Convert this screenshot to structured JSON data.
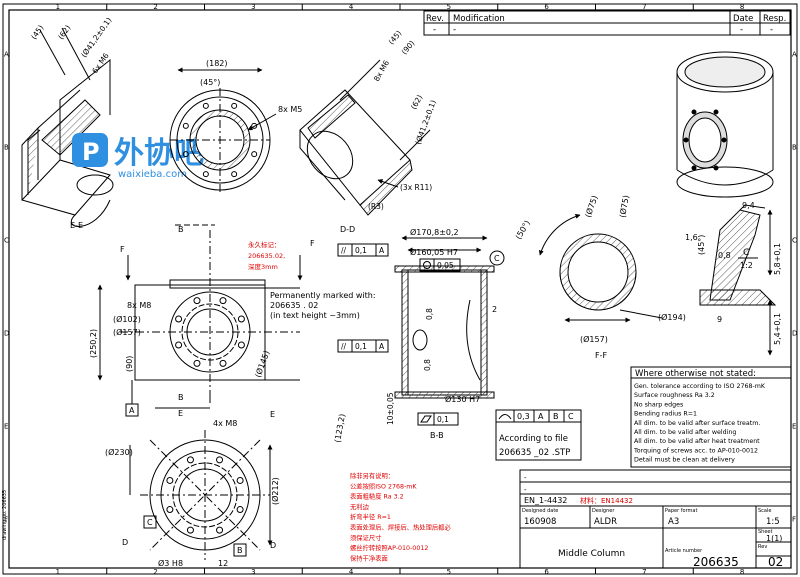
{
  "frame": {
    "columns": [
      "1",
      "2",
      "3",
      "4",
      "5",
      "6",
      "7",
      "8"
    ],
    "rows": [
      "A",
      "B",
      "C",
      "D",
      "E",
      "F"
    ]
  },
  "revision_table": {
    "rev_header": "Rev.",
    "modification_header": "Modification",
    "date_header": "Date",
    "resp_header": "Resp.",
    "row": {
      "rev": "-",
      "modification": "-",
      "date": "-",
      "resp": "-"
    }
  },
  "watermark": {
    "brand": "外协吧",
    "url": "waixieba.com"
  },
  "view_ee": {
    "label": "E-E",
    "dims": [
      "(45)",
      "(62)",
      "(Ø41,2±0,1)",
      "6x M6"
    ]
  },
  "view_top": {
    "dims": [
      "(182)",
      "(45°)",
      "8x M5"
    ]
  },
  "view_dd": {
    "label": "D-D",
    "dims": [
      "(90)",
      "(45)",
      "8x M6",
      "(62)",
      "(Ø41,2±0,1)",
      "(3x R11)",
      "(R3)"
    ]
  },
  "view_front": {
    "section_labels": [
      "F",
      "F",
      "B",
      "B",
      "E",
      "E"
    ],
    "dims": [
      "8x M8",
      "(Ø102)",
      "(Ø157)",
      "(250,2)",
      "(90)",
      "(Ø145)"
    ],
    "marking_note": [
      "Permanently marked with:",
      "206635 . 02",
      "(in text height ~3mm)"
    ],
    "datum": "A"
  },
  "red_note_1": [
    "永久标记：",
    "206635.02,",
    "深度3mm"
  ],
  "view_bb": {
    "label": "B-B",
    "dims": [
      "Ø170,8±0,2",
      "Ø160,05 H7",
      "0,8",
      "2",
      "Ø130 H7",
      "10±0,05",
      "0,8"
    ],
    "gdt_parallel_top": [
      "//",
      "0,1",
      "A"
    ],
    "gdt_flat": "0,05",
    "gdt_parallel_mid": [
      "//",
      "0,1",
      "A"
    ],
    "gdt_flatness": "0,1",
    "datum_c": "C"
  },
  "profile_box": {
    "gdt": [
      "0,3",
      "A",
      "B",
      "C"
    ],
    "lines": [
      "According to file",
      "206635 _02 .STP"
    ]
  },
  "view_bottom": {
    "dims": [
      "4x M8",
      "(123,2)",
      "(Ø230)",
      "(Ø212)",
      "Ø3 H8",
      "12"
    ],
    "section_labels": [
      "D",
      "D",
      "C"
    ],
    "datum": "B"
  },
  "view_ff": {
    "label": "F-F",
    "dims": [
      "(50°)",
      "(Ø75)",
      "(Ø75)",
      "(Ø194)",
      "(Ø157)"
    ]
  },
  "detail_c": {
    "label": "C",
    "scale": "1:2",
    "dims": [
      "9,4",
      "1,6",
      "(45°)",
      "0,8",
      "5,8+0,1",
      "9",
      "5,4+0,1"
    ]
  },
  "general_notes": {
    "title": "Where otherwise not stated:",
    "lines": [
      "Gen. tolerance according to ISO 2768-mK",
      "Surface roughness Ra 3.2",
      "No sharp edges",
      "Bending radius R=1",
      "All dim. to be valid after surface treatm.",
      "All dim. to be valid after welding",
      "All dim. to be valid after heat treatment",
      "Torquing of screws acc. to AP-010-0012",
      "Detail must be clean at delivery"
    ]
  },
  "red_note_2": [
    "除非另有说明：",
    "公差按照ISO 2768-mK",
    "表面粗糙度 Ra 3.2",
    "无利边",
    "折弯半径 R=1",
    "表面处理后、焊接后、热处理后都必",
    "须保证尺寸",
    "螺丝拧转按照AP-010-0012",
    "保持干净表面"
  ],
  "title_block": {
    "material": "EN_1-4432",
    "material_note": "材料：EN14432",
    "designed_date_label": "Designed date",
    "designed_date": "160908",
    "designer_label": "Designer",
    "designer": "ALDR",
    "paper_label": "Paper format",
    "paper": "A3",
    "scale_label": "Scale",
    "scale": "1:5",
    "sheet_label": "Sheet",
    "sheet": "1(1)",
    "name": "Middle Column",
    "article_label": "Article number",
    "article": "206635",
    "rev_label": "Rev",
    "rev": "02",
    "dash1": "-",
    "dash2": "-"
  },
  "left_margin_text": "drawing no. 206635"
}
